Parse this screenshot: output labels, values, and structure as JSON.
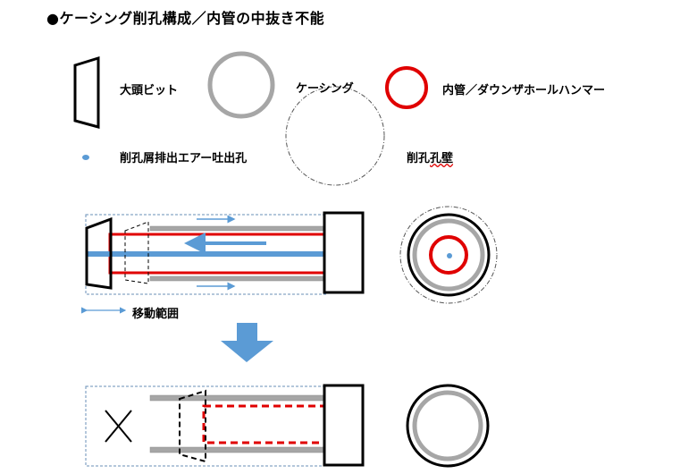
{
  "title": "●ケーシング削孔構成／内管の中抜き不能",
  "legend": {
    "bit": "大頭ビット",
    "casing": "ケーシング",
    "inner_pipe": "内管／ダウンザホールハンマー",
    "air_outlet": "削孔屑排出エアー吐出孔",
    "borehole_wall_part1": "削孔",
    "borehole_wall_part2": "孔壁"
  },
  "movement_range_label": "移動範囲",
  "colors": {
    "casing": "#a6a6a6",
    "inner_pipe": "#e00000",
    "air": "#5b9bd5",
    "outline": "#000000",
    "arrow_fill": "#5b9bd5"
  },
  "icons": {
    "bit": "bit-trapezoid-icon",
    "casing": "casing-ring-icon",
    "inner_pipe": "inner-pipe-ring-icon",
    "air_outlet": "air-outlet-dot-icon",
    "borehole_wall": "borehole-wall-dashed-circle-icon",
    "flow_arrow": "down-arrow-icon",
    "impossible": "cross-mark-icon"
  }
}
